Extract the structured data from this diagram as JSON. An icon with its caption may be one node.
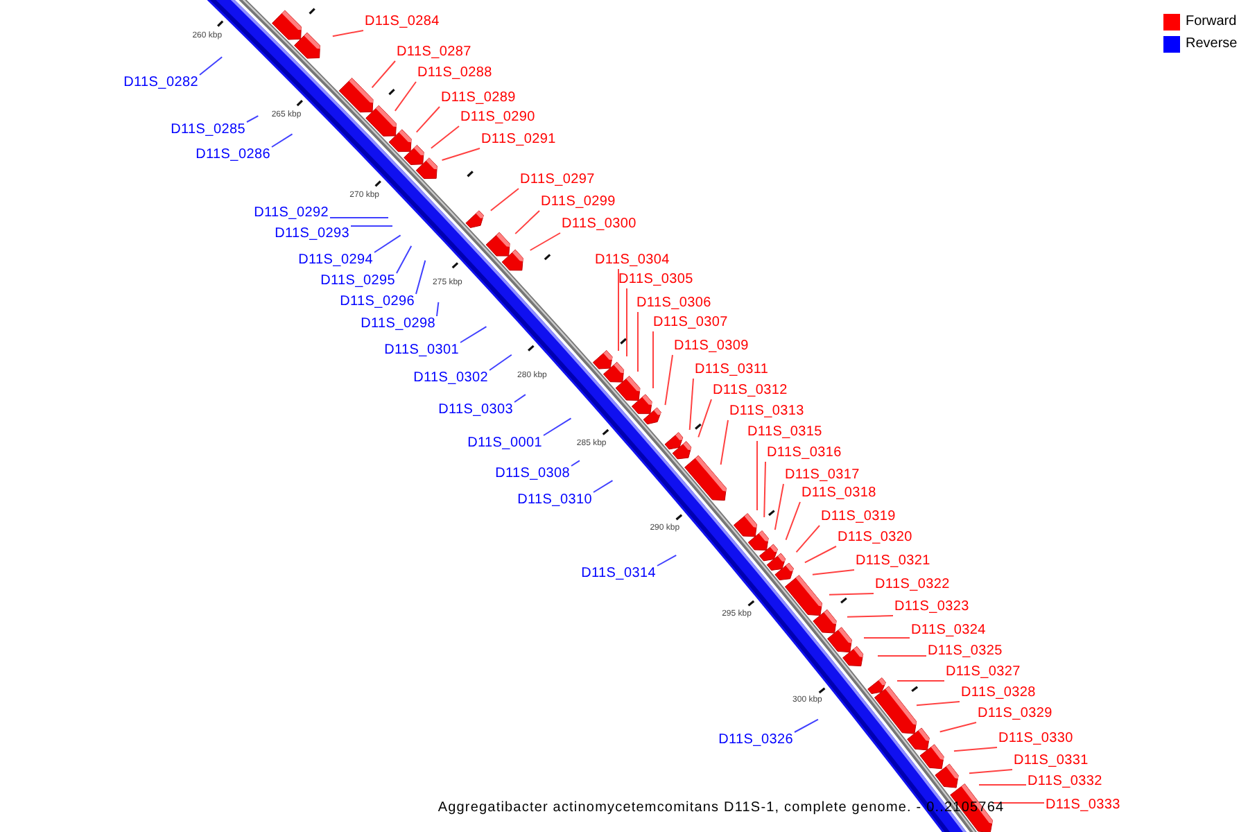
{
  "diagram": {
    "caption": "Aggregatibacter actinomycetemcomitans D11S-1, complete genome. - 0..2105764",
    "nodes": [
      {
        "text": [
          "D11S_0284"
        ]
      },
      {
        "text": [
          "D11S_0287"
        ]
      },
      {
        "text": [
          "D11S_0288"
        ]
      },
      {
        "text": [
          "D11S_0282"
        ]
      },
      {
        "text": [
          "D11S_0289"
        ]
      },
      {
        "text": [
          "D11S_0290"
        ]
      },
      {
        "text": [
          "D11S_0285"
        ]
      },
      {
        "text": [
          "D11S_0291"
        ]
      },
      {
        "text": [
          "D11S_0286"
        ]
      },
      {
        "text": [
          "D11S_0297"
        ]
      },
      {
        "text": [
          "D11S_0299"
        ]
      },
      {
        "text": [
          "D11S_0292"
        ]
      },
      {
        "text": [
          "D11S_0300"
        ]
      },
      {
        "text": [
          "D11S_0293"
        ]
      },
      {
        "text": [
          "D11S_0304"
        ]
      },
      {
        "text": [
          "D11S_0294"
        ]
      },
      {
        "text": [
          "D11S_0305"
        ]
      },
      {
        "text": [
          "D11S_0295"
        ]
      },
      {
        "text": [
          "D11S_0296"
        ]
      },
      {
        "text": [
          "D11S_0306"
        ]
      },
      {
        "text": [
          "D11S_0307"
        ]
      },
      {
        "text": [
          "D11S_0298"
        ]
      },
      {
        "text": [
          "D11S_0309"
        ]
      },
      {
        "text": [
          "D11S_0301"
        ]
      },
      {
        "text": [
          "D11S_0311"
        ]
      },
      {
        "text": [
          "D11S_0302"
        ]
      },
      {
        "text": [
          "D11S_0312"
        ]
      },
      {
        "text": [
          "D11S_0303"
        ]
      },
      {
        "text": [
          "D11S_0313"
        ]
      },
      {
        "text": [
          "D11S_0315"
        ]
      },
      {
        "text": [
          "D11S_0001"
        ]
      },
      {
        "text": [
          "D11S_0316"
        ]
      },
      {
        "text": [
          "D11S_0308"
        ]
      },
      {
        "text": [
          "D11S_0317"
        ]
      },
      {
        "text": [
          "D11S_0318"
        ]
      },
      {
        "text": [
          "D11S_0310"
        ]
      },
      {
        "text": [
          "D11S_0319"
        ]
      },
      {
        "text": [
          "D11S_0320"
        ]
      },
      {
        "text": [
          "D11S_0321"
        ]
      },
      {
        "text": [
          "D11S_0314"
        ]
      },
      {
        "text": [
          "D11S_0322"
        ]
      },
      {
        "text": [
          "D11S_0323"
        ]
      },
      {
        "text": [
          "D11S_0324"
        ]
      },
      {
        "text": [
          "D11S_0325"
        ]
      },
      {
        "text": [
          "D11S_0327"
        ]
      },
      {
        "text": [
          "D11S_0328"
        ]
      },
      {
        "text": [
          "D11S_0329"
        ]
      },
      {
        "text": [
          "D11S_0330"
        ]
      },
      {
        "text": [
          "D11S_0326"
        ]
      },
      {
        "text": [
          "D11S_0331"
        ]
      },
      {
        "text": [
          "D11S_0332"
        ]
      },
      {
        "text": [
          "D11S_0333"
        ]
      }
    ],
    "edges": [
      {
        "from": 0,
        "to": null,
        "arrow": "none"
      },
      {
        "from": 1,
        "to": null,
        "arrow": "none"
      },
      {
        "from": 2,
        "to": null,
        "arrow": "none"
      },
      {
        "from": 3,
        "to": null,
        "arrow": "none",
        "color": "#0000ff"
      },
      {
        "from": 4,
        "to": null,
        "arrow": "none"
      },
      {
        "from": 5,
        "to": null,
        "arrow": "none"
      },
      {
        "from": 6,
        "to": null,
        "arrow": "none",
        "color": "#0000ff"
      },
      {
        "from": 7,
        "to": null,
        "arrow": "none"
      },
      {
        "from": 8,
        "to": null,
        "arrow": "none",
        "color": "#0000ff"
      },
      {
        "from": 9,
        "to": null,
        "arrow": "none"
      },
      {
        "from": 10,
        "to": null,
        "arrow": "none"
      },
      {
        "from": 11,
        "to": null,
        "arrow": "none",
        "color": "#0000ff"
      },
      {
        "from": 12,
        "to": null,
        "arrow": "none"
      },
      {
        "from": 13,
        "to": null,
        "arrow": "none",
        "color": "#0000ff"
      },
      {
        "from": 14,
        "to": null,
        "arrow": "none"
      },
      {
        "from": 15,
        "to": null,
        "arrow": "none",
        "color": "#0000ff"
      },
      {
        "from": 16,
        "to": null,
        "arrow": "none"
      },
      {
        "from": 17,
        "to": null,
        "arrow": "none",
        "color": "#0000ff"
      },
      {
        "from": 18,
        "to": null,
        "arrow": "none",
        "color": "#0000ff"
      },
      {
        "from": 19,
        "to": null,
        "arrow": "none"
      },
      {
        "from": 20,
        "to": null,
        "arrow": "none"
      },
      {
        "from": 21,
        "to": null,
        "arrow": "none",
        "color": "#0000ff"
      },
      {
        "from": 22,
        "to": null,
        "arrow": "none"
      },
      {
        "from": 23,
        "to": null,
        "arrow": "none",
        "color": "#0000ff"
      },
      {
        "from": 24,
        "to": null,
        "arrow": "none"
      },
      {
        "from": 25,
        "to": null,
        "arrow": "none",
        "color": "#0000ff"
      },
      {
        "from": 26,
        "to": null,
        "arrow": "none"
      },
      {
        "from": 27,
        "to": null,
        "arrow": "none",
        "color": "#0000ff"
      },
      {
        "from": 28,
        "to": null,
        "arrow": "none"
      },
      {
        "from": 29,
        "to": null,
        "arrow": "none"
      },
      {
        "from": 30,
        "to": null,
        "arrow": "none",
        "color": "#0000ff"
      },
      {
        "from": 31,
        "to": null,
        "arrow": "none"
      },
      {
        "from": 32,
        "to": null,
        "arrow": "none",
        "color": "#0000ff"
      },
      {
        "from": 33,
        "to": null,
        "arrow": "none"
      },
      {
        "from": 34,
        "to": null,
        "arrow": "none"
      },
      {
        "from": 35,
        "to": null,
        "arrow": "none",
        "color": "#0000ff"
      },
      {
        "from": 36,
        "to": null,
        "arrow": "none"
      },
      {
        "from": 37,
        "to": null,
        "arrow": "none"
      },
      {
        "from": 38,
        "to": null,
        "arrow": "none"
      },
      {
        "from": 39,
        "to": null,
        "arrow": "none",
        "color": "#0000ff"
      },
      {
        "from": 40,
        "to": null,
        "arrow": "none"
      },
      {
        "from": 41,
        "to": null,
        "arrow": "none"
      },
      {
        "from": 42,
        "to": null,
        "arrow": "none"
      },
      {
        "from": 43,
        "to": null,
        "arrow": "none"
      },
      {
        "from": 44,
        "to": null,
        "arrow": "none"
      },
      {
        "from": 45,
        "to": null,
        "arrow": "none"
      },
      {
        "from": 46,
        "to": null,
        "arrow": "none"
      },
      {
        "from": 47,
        "to": null,
        "arrow": "none"
      },
      {
        "from": 48,
        "to": null,
        "arrow": "none",
        "color": "#0000ff"
      },
      {
        "from": 49,
        "to": null,
        "arrow": "none"
      },
      {
        "from": 50,
        "to": null,
        "arrow": "none"
      },
      {
        "from": 51,
        "to": null,
        "arrow": "none"
      }
    ],
    "labels": [
      "260 kbp",
      "265 kbp",
      "270 kbp",
      "275 kbp",
      "280 kbp",
      "285 kbp",
      "290 kbp",
      "295 kbp",
      "300 kbp"
    ],
    "legend": [
      {
        "text": "Forward",
        "color": "#ff0000"
      },
      {
        "text": "Reverse",
        "color": "#0000ff"
      }
    ]
  }
}
